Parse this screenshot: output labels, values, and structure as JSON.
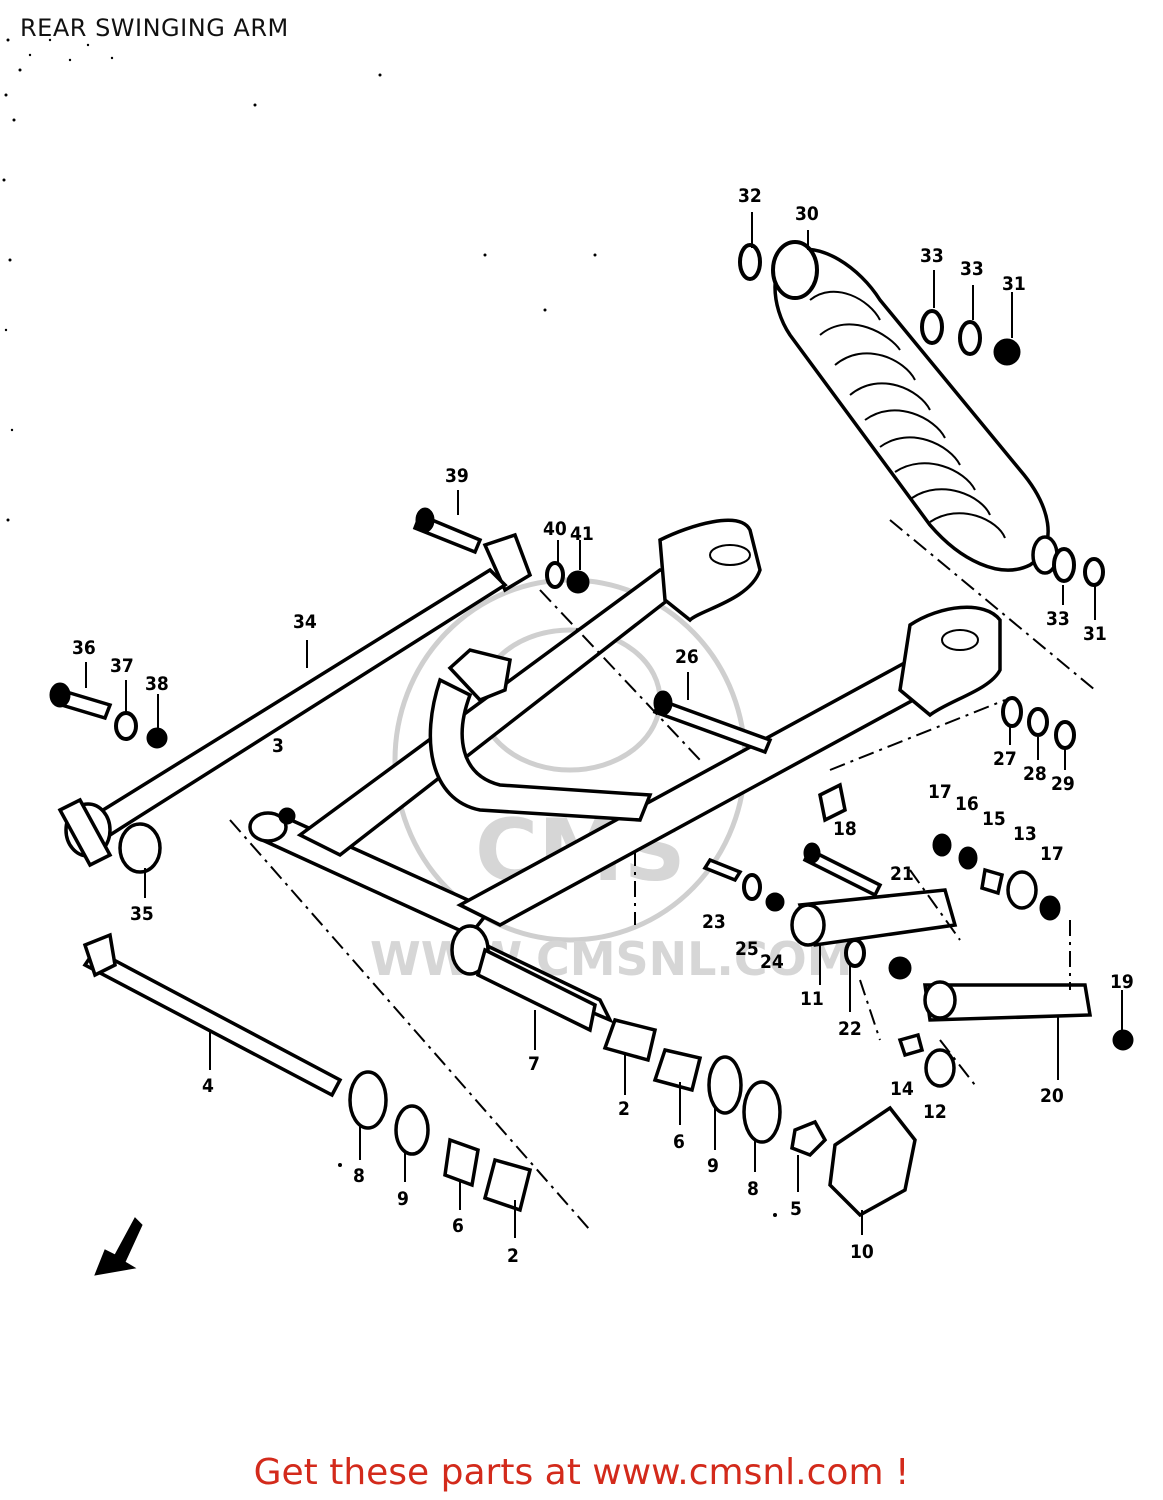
{
  "header": {
    "title": "REAR SWINGING ARM"
  },
  "watermark": {
    "logo_text": "CMS",
    "url_text": "WWW.CMSNL.COM"
  },
  "footer": {
    "text": "Get these parts at www.cmsnl.com !",
    "color": "#d32a1b"
  },
  "callouts": [
    "32",
    "30",
    "33",
    "33",
    "31",
    "39",
    "40",
    "41",
    "34",
    "36",
    "37",
    "38",
    "26",
    "3",
    "35",
    "33",
    "31",
    "27",
    "28",
    "29",
    "17",
    "16",
    "15",
    "13",
    "17",
    "18",
    "21",
    "23",
    "25",
    "24",
    "11",
    "22",
    "19",
    "20",
    "14",
    "12",
    "4",
    "7",
    "2",
    "6",
    "9",
    "8",
    "5",
    "10",
    "8",
    "9",
    "6",
    "2"
  ]
}
